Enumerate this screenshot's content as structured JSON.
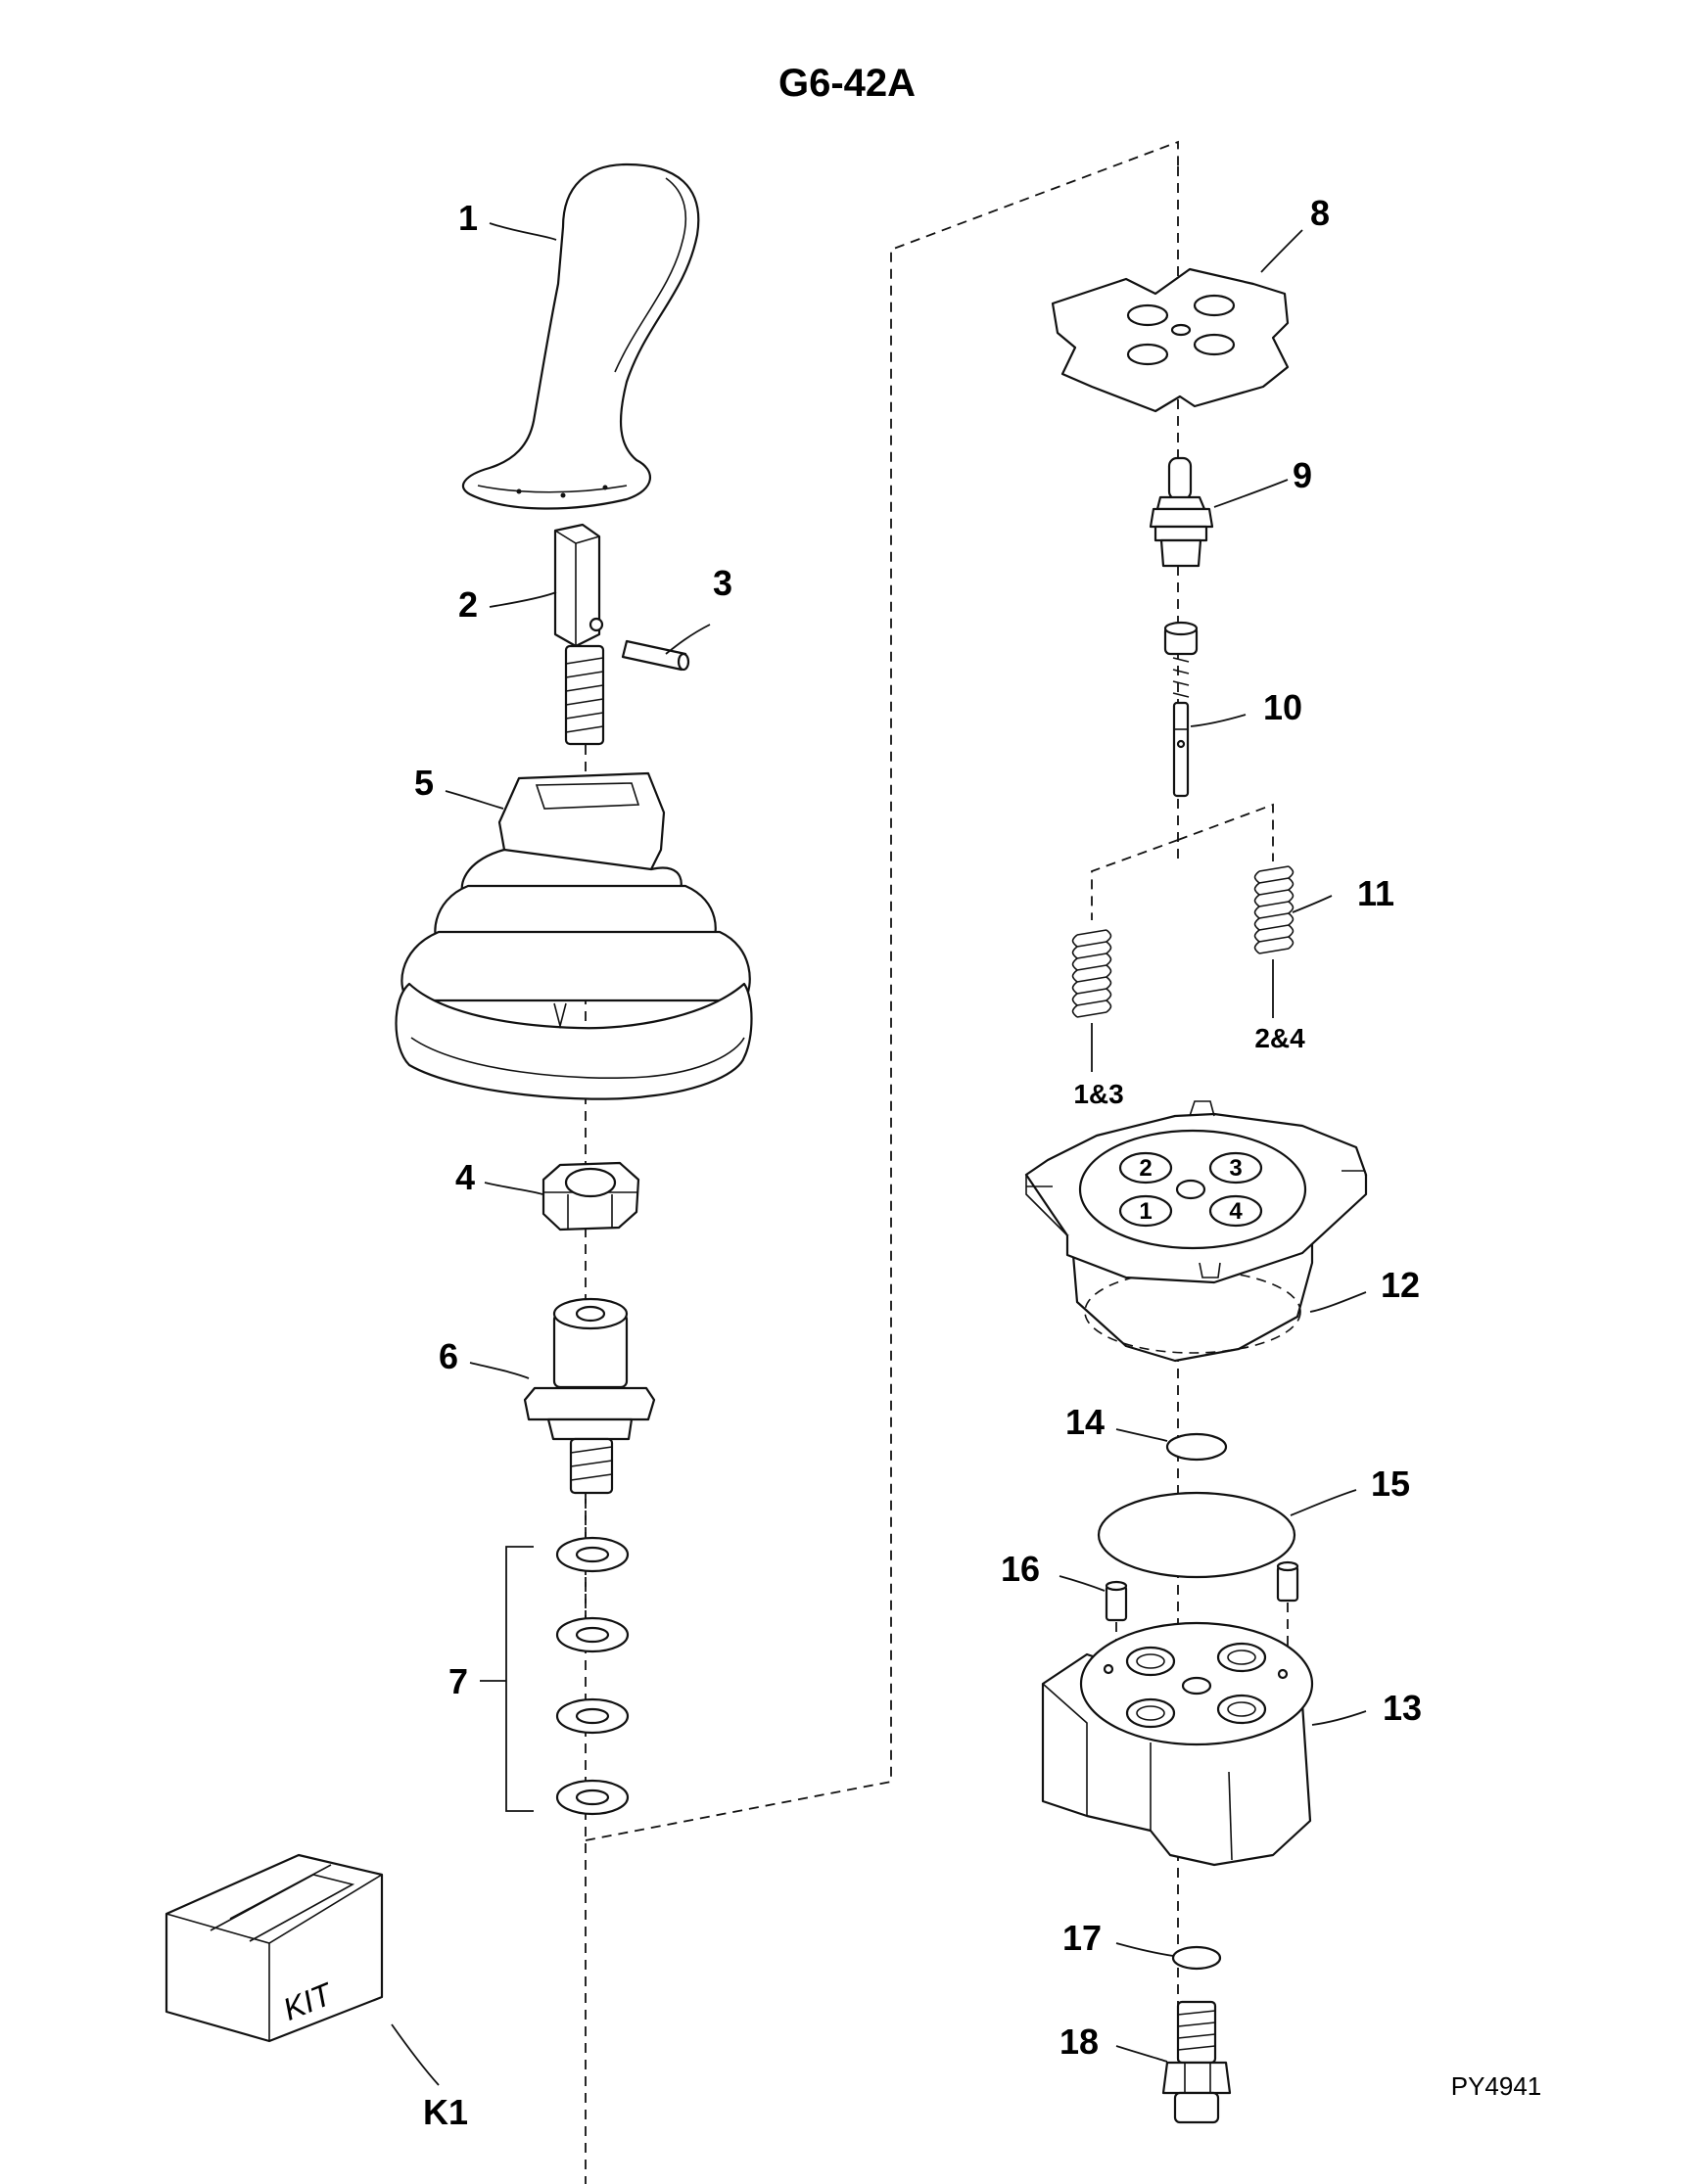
{
  "title": "G6-42A",
  "drawing_ref": "PY4941",
  "kit_label": "KIT",
  "callouts": {
    "c1": "1",
    "c2": "2",
    "c3": "3",
    "c4": "4",
    "c5": "5",
    "c6": "6",
    "c7": "7",
    "c8": "8",
    "c9": "9",
    "c10": "10",
    "c11": "11",
    "c12": "12",
    "c13": "13",
    "c14": "14",
    "c15": "15",
    "c16": "16",
    "c17": "17",
    "c18": "18",
    "k1": "K1"
  },
  "spring_labels": {
    "left": "1&3",
    "right": "2&4"
  },
  "port_numbers": [
    "2",
    "3",
    "1",
    "4"
  ]
}
